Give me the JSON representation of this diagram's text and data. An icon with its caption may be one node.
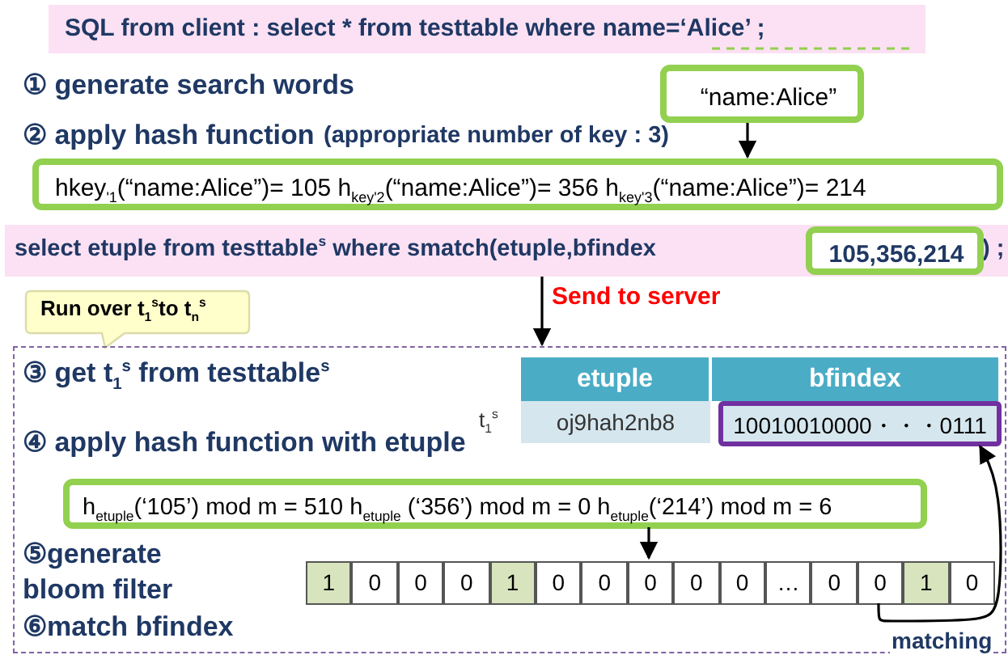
{
  "diagram": {
    "nodes": [
      {
        "text": [
          "SQL from client : select * from testtable where name=‘Alice’ ;"
        ]
      },
      {
        "text": [
          "“name:Alice”"
        ]
      },
      {
        "text": [
          "hkey$_{'1}$(“name:Alice”)= 105 h$_{key'2}$(“name:Alice”)= 356 h$_{key'3}$(“name:Alice”)= 214"
        ]
      },
      {
        "text": [
          "select etuple from testtable$^{s}$ where smatch(etuple,bfindex",
          ") ;"
        ]
      },
      {
        "text": [
          "105,356,214"
        ],
        "in": 3
      },
      {
        "text": [
          "Run over t$_{1}$$^{s}$to t$_{n}$$^{s}$"
        ]
      },
      {
        "text": [],
        "shape": "box"
      },
      {
        "text": [
          "10010010000・・・0111"
        ],
        "in": 6
      },
      {
        "text": [
          "h$_{etuple}$(‘105’) mod m = 510 h$_{etuple}$ (‘356’) mod m = 0 h$_{etuple}$(‘214’) mod m = 6"
        ],
        "in": 6
      },
      {
        "text": [],
        "shape": "bar",
        "in": 6
      },
      {
        "text": [
          "1"
        ],
        "in": 9
      },
      {
        "text": [
          "0"
        ],
        "in": 9
      },
      {
        "text": [
          "0"
        ],
        "in": 9
      },
      {
        "text": [
          "0"
        ],
        "in": 9
      },
      {
        "text": [
          "1"
        ],
        "in": 9
      },
      {
        "text": [
          "0"
        ],
        "in": 9
      },
      {
        "text": [
          "0"
        ],
        "in": 9
      },
      {
        "text": [
          "0"
        ],
        "in": 9
      },
      {
        "text": [
          "0"
        ],
        "in": 9
      },
      {
        "text": [
          "0"
        ],
        "in": 9
      },
      {
        "text": [
          "…"
        ],
        "in": 9
      },
      {
        "text": [
          "0"
        ],
        "in": 9
      },
      {
        "text": [
          "0"
        ],
        "in": 9
      },
      {
        "text": [
          "1"
        ],
        "in": 9
      },
      {
        "text": [
          "0"
        ],
        "in": 9
      }
    ],
    "edges": [
      {
        "from": 1,
        "to": 2,
        "arrow": "to"
      },
      {
        "from": 3,
        "to": 6,
        "arrow": "to",
        "label": "Send to server"
      },
      {
        "from": 8,
        "to": 17,
        "arrow": "to"
      },
      {
        "from": 22,
        "to": 7,
        "arrow": "to",
        "label": "matching"
      }
    ],
    "labels": [
      "① generate search words",
      "② apply hash function",
      "(appropriate number of key : 3)",
      "③ get t$_{1}$$^{s}$ from testtable$^{s}$",
      "etuple",
      "bfindex",
      "t$_{1}$$^{s}$",
      "oj9hah2nb8",
      "④ apply hash function with etuple",
      "⑤generate bloom filter",
      "⑥match bfindex"
    ]
  }
}
